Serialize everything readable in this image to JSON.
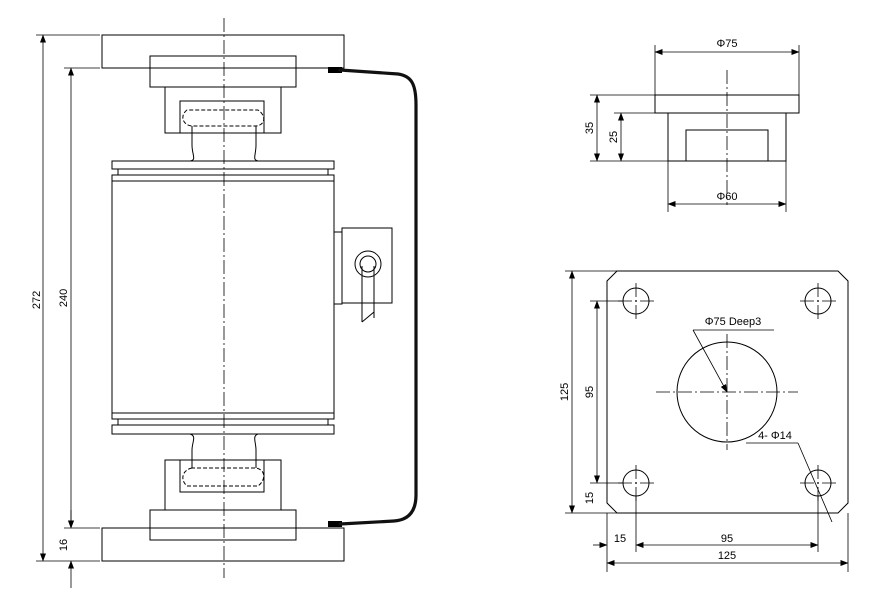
{
  "drawing": {
    "side_view": {
      "dim_total_height": "272",
      "dim_body_height": "240",
      "dim_plate_thickness": "16"
    },
    "top_plate_view": {
      "dim_outer_diameter": "Φ75",
      "dim_inner_diameter": "Φ60",
      "dim_total_height": "35",
      "dim_boss_height": "25"
    },
    "base_plate_view": {
      "dim_recess": "Φ75 Deep3",
      "dim_holes": "4- Φ14",
      "dim_height_total": "125",
      "dim_height_hole_spacing": "95",
      "dim_height_offset": "15",
      "dim_width_offset": "15",
      "dim_width_hole_spacing": "95",
      "dim_width_total": "125"
    }
  }
}
